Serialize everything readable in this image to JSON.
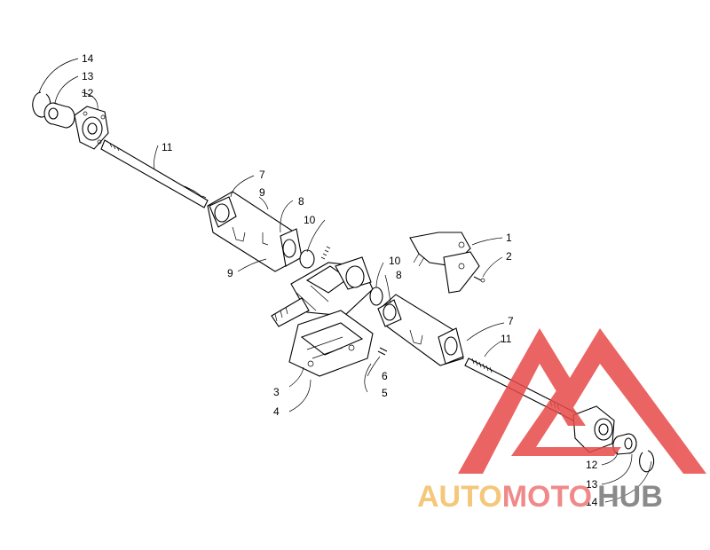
{
  "callouts": {
    "n1": "1",
    "n2": "2",
    "n3": "3",
    "n4": "4",
    "n5": "5",
    "n6": "6",
    "n7a": "7",
    "n7b": "7",
    "n8a": "8",
    "n8b": "8",
    "n9a": "9",
    "n9b": "9",
    "n10a": "10",
    "n10b": "10",
    "n11a": "11",
    "n11b": "11",
    "n12a": "12",
    "n12b": "12",
    "n13a": "13",
    "n13b": "13",
    "n14a": "14",
    "n14b": "14"
  },
  "watermark": {
    "word1": "AUTOMOTO",
    "word2": "HUB",
    "color_auto": "#f5c77a",
    "color_moto": "#f08a8a",
    "color_hub": "#8a8a8a",
    "logo_color": "#e84a4a"
  }
}
